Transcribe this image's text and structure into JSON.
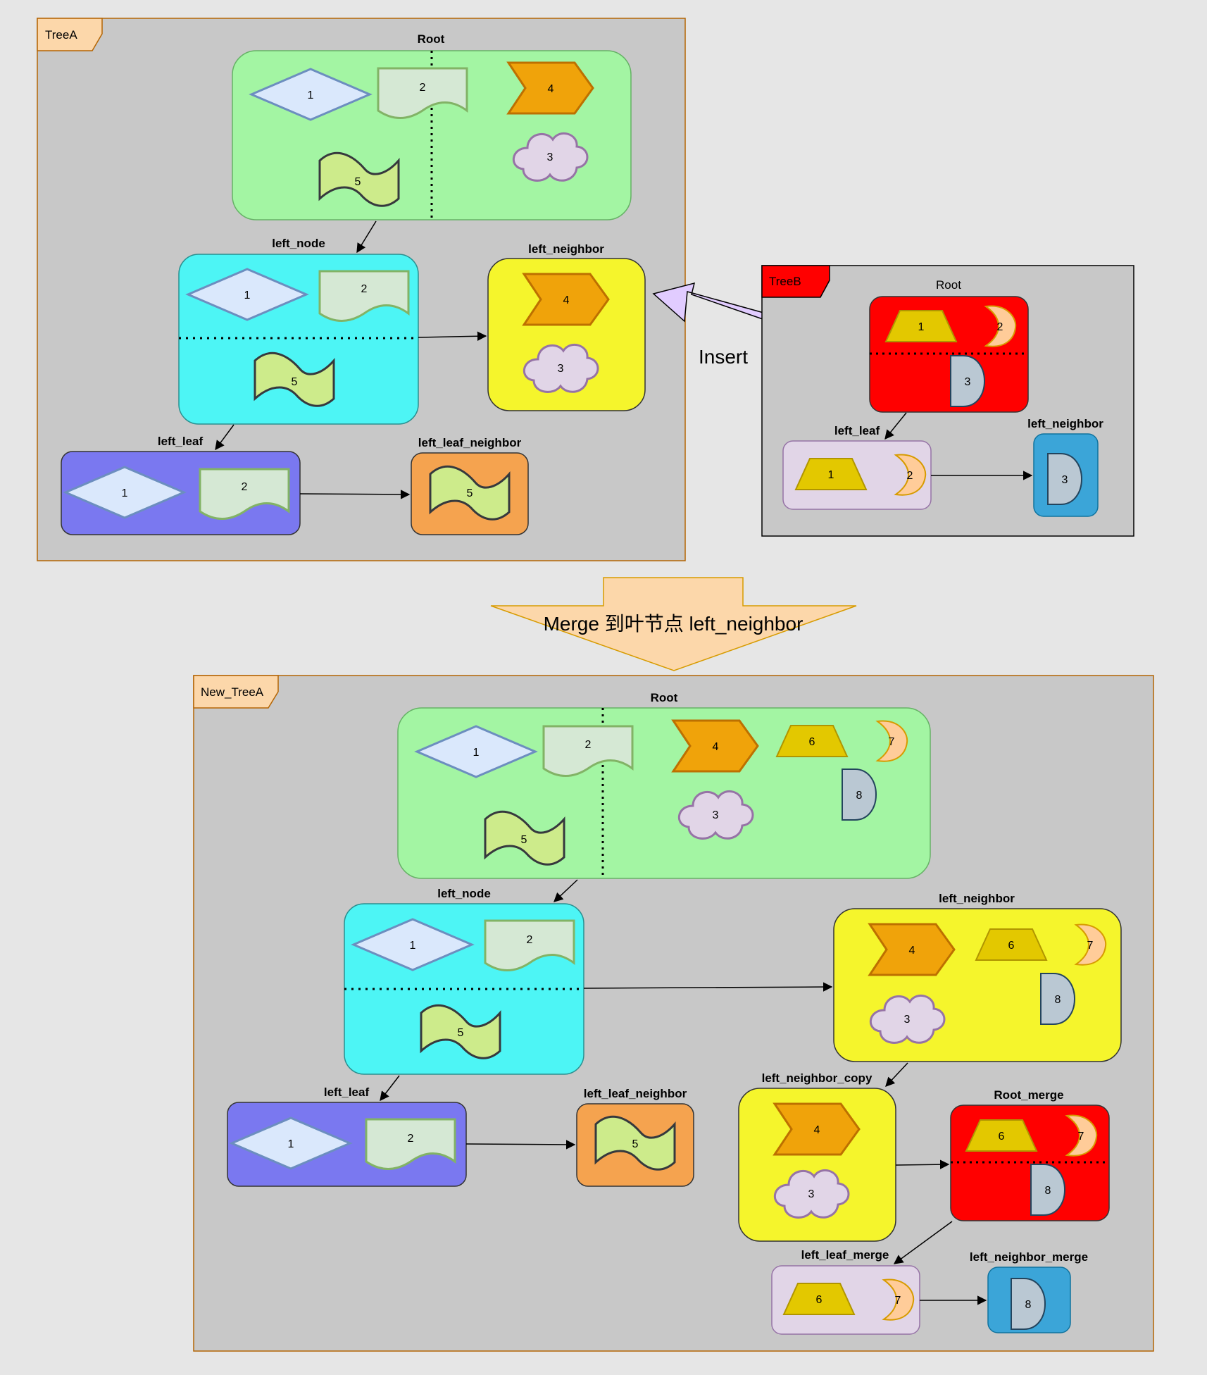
{
  "frames": {
    "tree_a": "TreeA",
    "tree_b": "TreeB",
    "new_tree_a": "New_TreeA"
  },
  "tree_a": {
    "root": "Root",
    "left_node": "left_node",
    "left_neighbor": "left_neighbor",
    "left_leaf": "left_leaf",
    "left_leaf_neighbor": "left_leaf_neighbor"
  },
  "tree_b": {
    "root": "Root",
    "left_leaf": "left_leaf",
    "left_neighbor": "left_neighbor"
  },
  "new_tree_a": {
    "root": "Root",
    "left_node": "left_node",
    "left_neighbor": "left_neighbor",
    "left_leaf": "left_leaf",
    "left_leaf_neighbor": "left_leaf_neighbor",
    "left_neighbor_copy": "left_neighbor_copy",
    "root_merge": "Root_merge",
    "left_leaf_merge": "left_leaf_merge",
    "left_neighbor_merge": "left_neighbor_merge"
  },
  "labels": {
    "insert": "Insert",
    "merge": "Merge 到叶节点 left_neighbor"
  },
  "keys": {
    "k1": "1",
    "k2": "2",
    "k3": "3",
    "k4": "4",
    "k5": "5",
    "k6": "6",
    "k7": "7",
    "k8": "8"
  },
  "colors": {
    "root_green": "#a3f5a3",
    "node_cyan": "#4df5f5",
    "neighbor_yellow": "#f5f52c",
    "leaf_blue": "#7a78f0",
    "leaf_orange": "#f5a34f",
    "treeb_red": "#ff0000",
    "leaf_lavender": "#e1d5e7",
    "neighbor_blue": "#3ba5d8",
    "frame_gray": "#c8c8c8",
    "tab_peach": "#fcd7aa"
  }
}
